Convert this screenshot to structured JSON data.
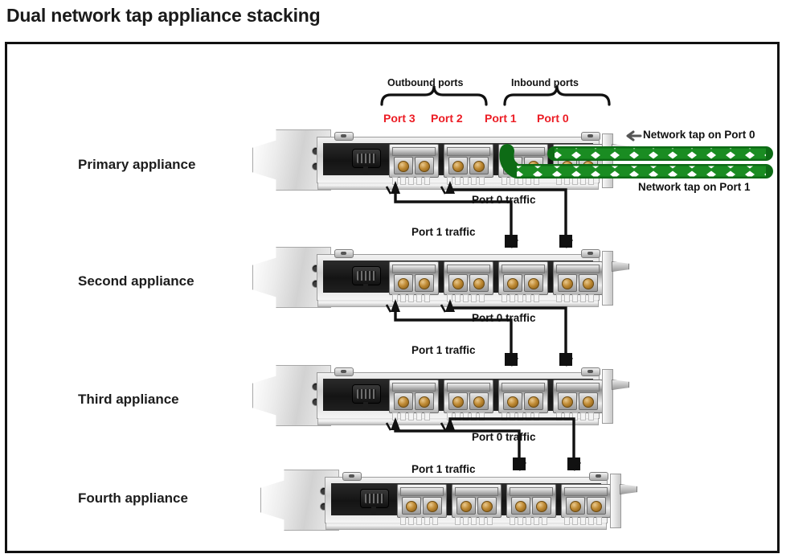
{
  "page": {
    "title": "Dual network tap appliance stacking"
  },
  "port_groups": [
    {
      "name": "outbound",
      "label": "Outbound ports",
      "ports": [
        "Port 3",
        "Port 2"
      ]
    },
    {
      "name": "inbound",
      "label": "Inbound ports",
      "ports": [
        "Port 1",
        "Port 0"
      ]
    }
  ],
  "port_label_color": "#ec1c24",
  "appliances": [
    {
      "id": "primary",
      "label": "Primary appliance"
    },
    {
      "id": "second",
      "label": "Second appliance"
    },
    {
      "id": "third",
      "label": "Third appliance"
    },
    {
      "id": "fourth",
      "label": "Fourth appliance"
    }
  ],
  "taps": [
    {
      "id": "tap-port-0",
      "label": "Network tap on Port 0",
      "port": "Port 0",
      "color": "#1a8c22"
    },
    {
      "id": "tap-port-1",
      "label": "Network tap on Port 1",
      "port": "Port 1",
      "color": "#1a8c22"
    }
  ],
  "traffic_links": [
    {
      "id": "link-1",
      "from_appliance": "primary",
      "to_appliance": "second",
      "flows": [
        {
          "label": "Port 0 traffic",
          "port": "Port 0"
        },
        {
          "label": "Port 1 traffic",
          "port": "Port 1"
        }
      ]
    },
    {
      "id": "link-2",
      "from_appliance": "second",
      "to_appliance": "third",
      "flows": [
        {
          "label": "Port 0 traffic",
          "port": "Port 0"
        },
        {
          "label": "Port 1 traffic",
          "port": "Port 1"
        }
      ]
    },
    {
      "id": "link-3",
      "from_appliance": "third",
      "to_appliance": "fourth",
      "flows": [
        {
          "label": "Port 0 traffic",
          "port": "Port 0"
        },
        {
          "label": "Port 1 traffic",
          "port": "Port 1"
        }
      ]
    }
  ],
  "ports_per_card": 4,
  "leds_per_port": 5
}
